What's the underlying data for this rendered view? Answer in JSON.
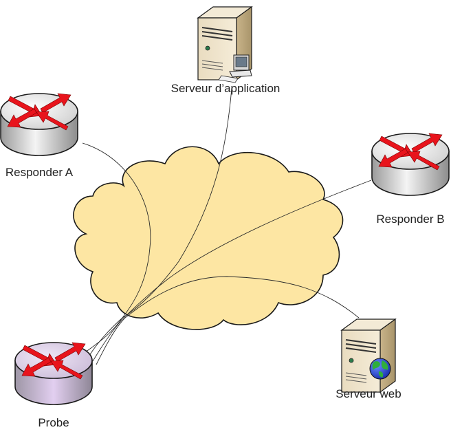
{
  "diagram": {
    "title": "",
    "nodes": [
      {
        "id": "responder-a",
        "type": "router",
        "label": "Responder A",
        "color": "#e4e4e4"
      },
      {
        "id": "app-server",
        "type": "server-with-workstation",
        "label": "Serveur d’application",
        "color": "#e8dcc0"
      },
      {
        "id": "responder-b",
        "type": "router",
        "label": "Responder B",
        "color": "#e4e4e4"
      },
      {
        "id": "probe",
        "type": "router",
        "label": "Probe",
        "color": "#d8c8e4"
      },
      {
        "id": "web-server",
        "type": "server-with-globe",
        "label": "Serveur web",
        "color": "#e8dcc0"
      },
      {
        "id": "network-cloud",
        "type": "cloud",
        "label": "",
        "color": "#fde6a3"
      }
    ],
    "edges": [
      {
        "from": "probe",
        "to": "responder-a"
      },
      {
        "from": "probe",
        "to": "app-server"
      },
      {
        "from": "probe",
        "to": "responder-b"
      },
      {
        "from": "probe",
        "to": "web-server"
      }
    ],
    "colors": {
      "arrow_red": "#e8141c",
      "cloud_fill": "#fde6a3",
      "outline": "#1a1a1a"
    }
  }
}
